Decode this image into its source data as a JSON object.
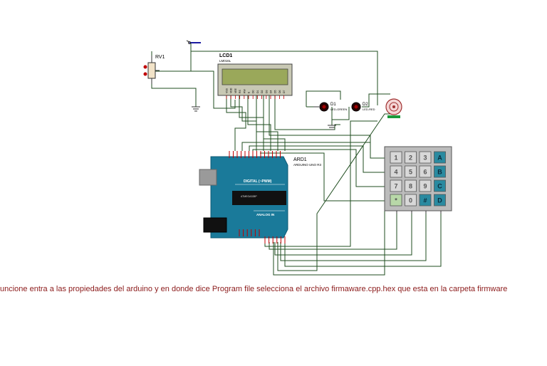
{
  "components": {
    "rv1": {
      "ref": "RV1"
    },
    "lcd": {
      "ref": "LCD1",
      "part": "LM016L",
      "pins": [
        "VSS",
        "VDD",
        "VEE",
        "RS",
        "RW",
        "E",
        "D0",
        "D1",
        "D2",
        "D3",
        "D4",
        "D5",
        "D6",
        "D7"
      ]
    },
    "d1": {
      "ref": "D1",
      "part": "LED-GREEN"
    },
    "d2": {
      "ref": "D2",
      "part": "LED-RED"
    },
    "arduino": {
      "ref": "ARD1",
      "part": "ARDUINO UNO R3",
      "digital_label": "DIGITAL (~PWM)",
      "analog_label": "ANALOG IN",
      "chip_label": "ATMEGA328P"
    },
    "keypad": {
      "keys": [
        [
          "1",
          "2",
          "3",
          "A"
        ],
        [
          "4",
          "5",
          "6",
          "B"
        ],
        [
          "7",
          "8",
          "9",
          "C"
        ],
        [
          "*",
          "0",
          "#",
          "D"
        ]
      ]
    }
  },
  "colors": {
    "wire": "#1f4d1f",
    "arduino": "#1a7a9a",
    "lcd_screen": "#9aa85a",
    "note": "#8b1a1a"
  },
  "note": "uncione entra a las propiedades del arduino y en donde dice Program file selecciona el archivo firmaware.cpp.hex que esta en la carpeta firmware"
}
